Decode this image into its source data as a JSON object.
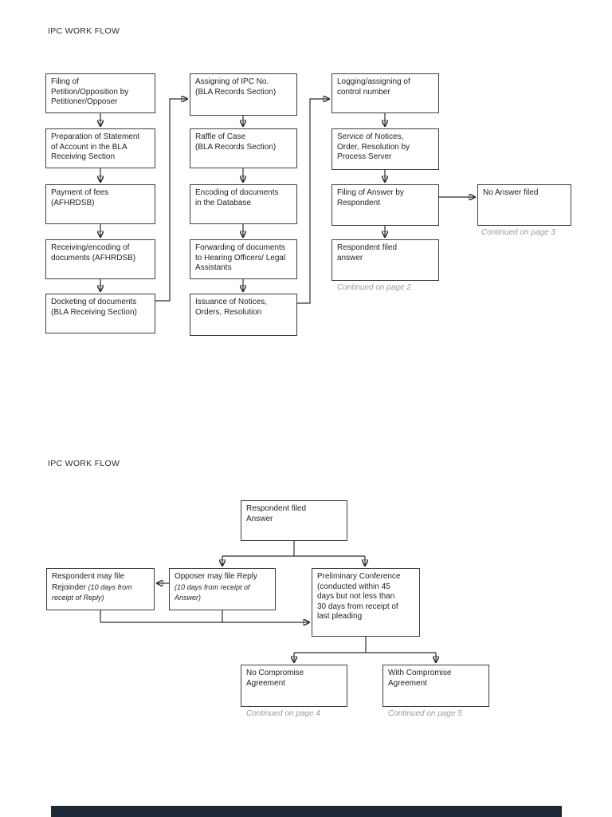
{
  "colors": {
    "background": "#ffffff",
    "box_border": "#3f3f3f",
    "connector": "#2d2d2d",
    "text": "#1f1f1f",
    "muted_text": "#9b9b9b",
    "bottom_bar": "#1c2a37"
  },
  "page1": {
    "title": "IPC WORK FLOW",
    "col1": [
      "Filing of\nPetition/Opposition by\nPetitioner/Opposer",
      "Preparation of Statement\nof Account in the BLA\nReceiving Section",
      "Payment of fees\n(AFHRDSB)",
      "Receiving/encoding of\ndocuments (AFHRDSB)",
      "Docketing of documents\n(BLA Receiving Section)"
    ],
    "col2": [
      "Assigning of IPC No.\n(BLA Records Section)",
      "Raffle of Case\n(BLA Records Section)",
      "Encoding of documents\nin the Database",
      "Forwarding of documents\nto Hearing Officers/ Legal\nAssistants",
      "Issuance of Notices,\nOrders, Resolution"
    ],
    "col3": [
      "Logging/assigning of\ncontrol number",
      "Service of Notices,\nOrder, Resolution by\nProcess Server",
      "Filing of Answer by\nRespondent",
      "Respondent filed\nanswer"
    ],
    "no_answer_box": "No Answer filed",
    "continued_page3": "Continued on page 3",
    "continued_page2": "Continued on page 2"
  },
  "page2": {
    "title": "IPC WORK FLOW",
    "respondent_answer_box": "Respondent filed\nAnswer",
    "rejoinder_box": {
      "main": "Respondent may file Rejoinder ",
      "note": "(10 days from receipt of Reply)"
    },
    "reply_box": {
      "main": "Opposer may file Reply ",
      "note": "(10 days from receipt of Answer)"
    },
    "preliminary_box": "Preliminary Conference\n(conducted within 45\ndays but not less than\n30 days from receipt of\nlast pleading",
    "no_compromise_box": "No Compromise\nAgreement",
    "with_compromise_box": "With Compromise\nAgreement",
    "continued_page4": "Continued on page 4",
    "continued_page5": "Continued on page 5"
  }
}
